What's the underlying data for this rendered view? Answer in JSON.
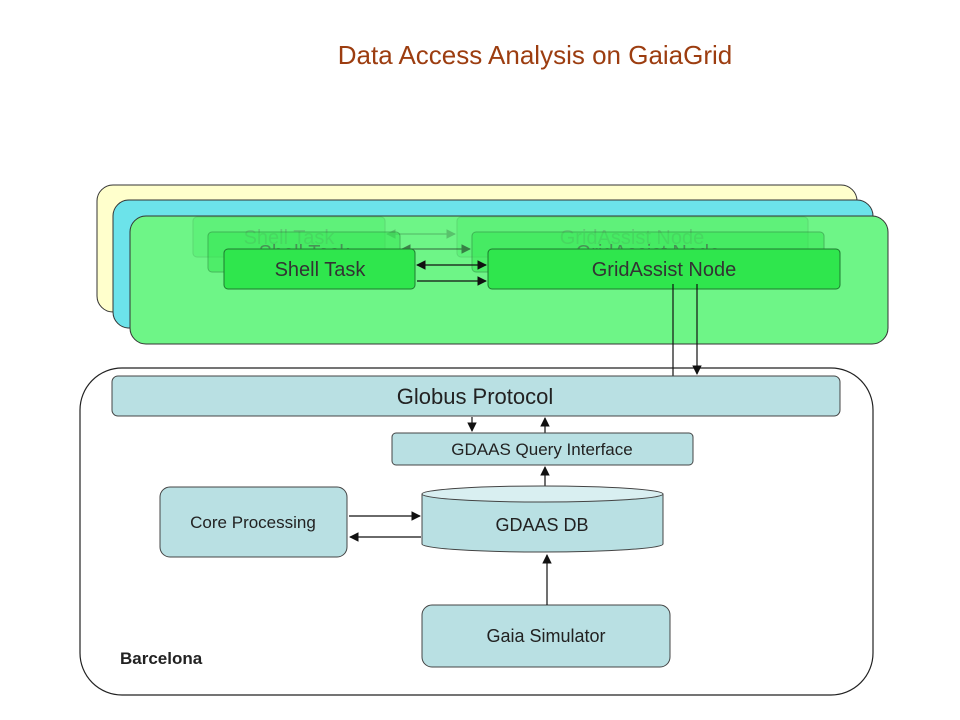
{
  "title": "Data Access Analysis on GaiaGrid",
  "grid": {
    "shell_task": "Shell Task",
    "gridassist_node": "GridAssist Node"
  },
  "barcelona": {
    "label": "Barcelona",
    "globus_protocol": "Globus Protocol",
    "query_interface": "GDAAS Query Interface",
    "db": "GDAAS DB",
    "core_processing": "Core Processing",
    "simulator": "Gaia Simulator"
  }
}
